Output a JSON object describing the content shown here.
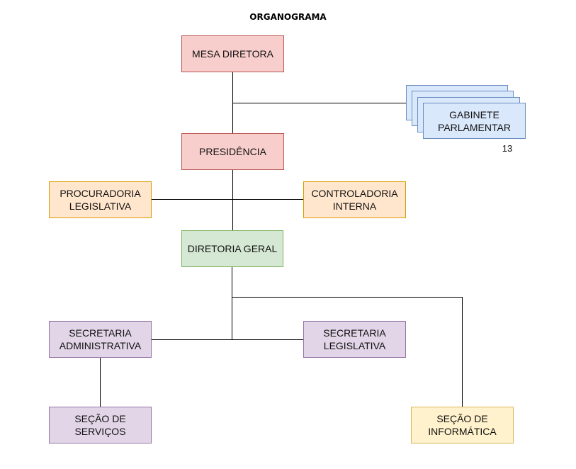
{
  "title": "ORGANOGRAMA",
  "colors": {
    "red_fill": "#f8cecc",
    "red_border": "#b85450",
    "orange_fill": "#ffe6cc",
    "orange_border": "#d79b00",
    "green_fill": "#d5e8d4",
    "green_border": "#82b366",
    "purple_fill": "#e1d5e7",
    "purple_border": "#9673a6",
    "yellow_fill": "#fff2cc",
    "yellow_border": "#d6b656",
    "blue_fill": "#dae8fc",
    "blue_border": "#6c8ebf",
    "connector": "#000000"
  },
  "nodes": {
    "mesa_diretora": "MESA DIRETORA",
    "gabinete_parlamentar": "GABINETE\nPARLAMENTAR",
    "gabinete_count": "13",
    "presidencia": "PRESIDÊNCIA",
    "procuradoria": "PROCURADORIA\nLEGISLATIVA",
    "controladoria": "CONTROLADORIA\nINTERNA",
    "diretoria_geral": "DIRETORIA GERAL",
    "secretaria_administrativa": "SECRETARIA\nADMINISTRATIVA",
    "secretaria_legislativa": "SECRETARIA\nLEGISLATIVA",
    "secao_servicos": "SEÇÃO DE\nSERVIÇOS",
    "secao_informatica": "SEÇÃO DE\nINFORMÁTICA"
  }
}
